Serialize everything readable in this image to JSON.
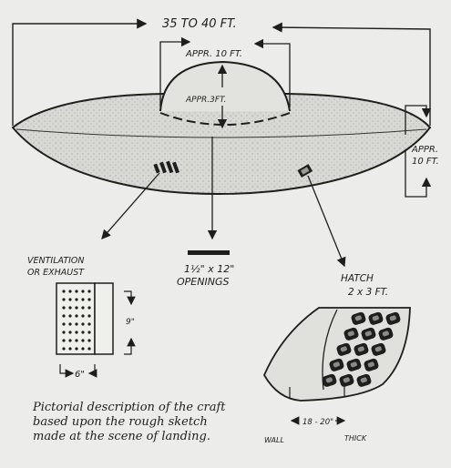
{
  "labels": {
    "overall_width": "35 TO 40 FT.",
    "dome_width": "APPR. 10 FT.",
    "dome_height": "APPR.3FT.",
    "side_height_1": "APPR.",
    "side_height_2": "10 FT.",
    "vent_1": "VENTILATION",
    "vent_2": "OR EXHAUST",
    "vent_height": "9\"",
    "vent_width": "6\"",
    "openings_1": "1½\" x 12\"",
    "openings_2": "OPENINGS",
    "hatch_1": "HATCH",
    "hatch_2": "2 x 3 FT.",
    "wall_1": "WALL",
    "wall_2": "18 - 20\"",
    "wall_3": "THICK"
  },
  "caption": {
    "line1": "Pictorial description of the craft",
    "line2": "based upon the rough sketch",
    "line3": "made at the scene of landing."
  },
  "colors": {
    "ink": "#1e1e1e",
    "paper": "#ececea"
  }
}
